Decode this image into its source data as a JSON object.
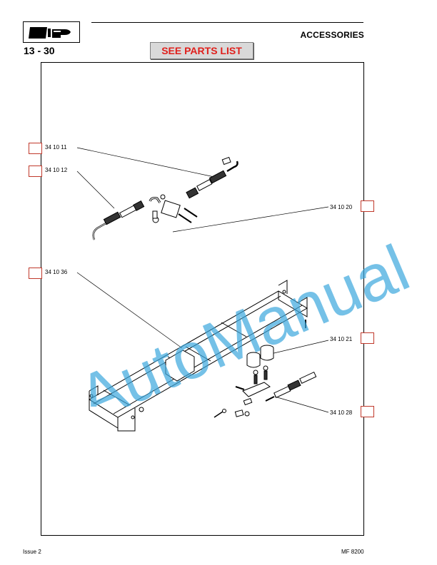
{
  "header": {
    "logo_icon": "hand-book-icon",
    "page_number": "13 - 30",
    "section_title": "ACCESSORIES",
    "see_parts_label": "SEE PARTS LIST",
    "see_parts_color": "#e0201c"
  },
  "callouts": [
    {
      "label": "34 10 11"
    },
    {
      "label": "34 10 12"
    },
    {
      "label": "34 10 20"
    },
    {
      "label": "34 10 36"
    },
    {
      "label": "34 10 21"
    },
    {
      "label": "34 10 28"
    }
  ],
  "watermark": {
    "text": "AutoManual",
    "color": "#3aa6dd"
  },
  "footer": {
    "issue": "Issue 2",
    "model": "MF 8200"
  }
}
